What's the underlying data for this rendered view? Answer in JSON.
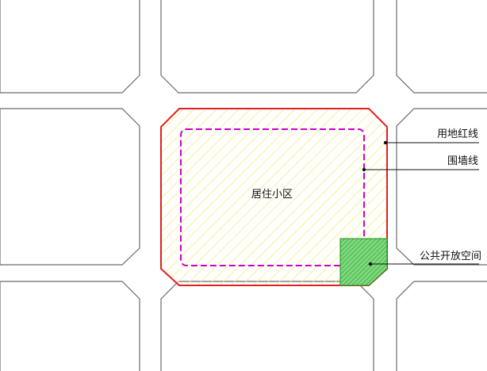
{
  "labels": {
    "residential_area": "居住小区",
    "land_red_line": "用地红线",
    "enclosure_wall": "围墙线",
    "public_open_space": "公共开放空间"
  },
  "colors": {
    "background": "#ffffff",
    "block_outline": "#6b6b6b",
    "red_line": "#e02020",
    "wall_line": "#cc00cc",
    "hatch_yellow": "#f2ee7a",
    "open_space_fill": "#7ed87e",
    "open_space_hatch": "#1f8f1f",
    "leader": "#111111"
  },
  "line_styles": {
    "enclosure_wall": "dashed",
    "land_red_line": "solid"
  }
}
